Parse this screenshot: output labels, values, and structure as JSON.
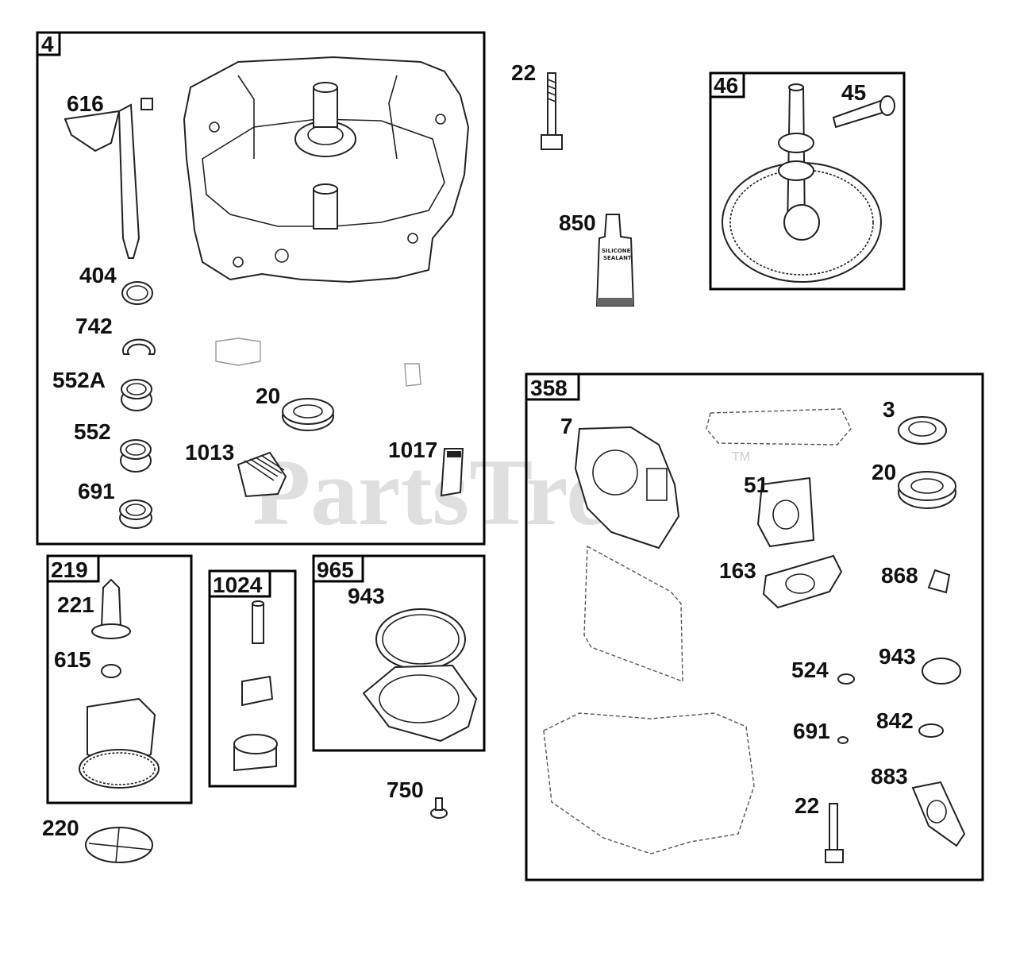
{
  "groups": {
    "g4": "4",
    "g46": "46",
    "g358": "358",
    "g219": "219",
    "g1024": "1024",
    "g965": "965"
  },
  "labels": {
    "l616": "616",
    "l404": "404",
    "l742": "742",
    "l552A": "552A",
    "l552": "552",
    "l691a": "691",
    "l20a": "20",
    "l1013": "1013",
    "l1017": "1017",
    "l22a": "22",
    "l850": "850",
    "l45": "45",
    "l7": "7",
    "l3": "3",
    "l51": "51",
    "l20b": "20",
    "l163": "163",
    "l868": "868",
    "l524": "524",
    "l943b": "943",
    "l691b": "691",
    "l842": "842",
    "l883": "883",
    "l22b": "22",
    "l221": "221",
    "l615": "615",
    "l220": "220",
    "l943a": "943",
    "l750": "750"
  },
  "tube": {
    "line1": "SILICONE",
    "line2": "SEALANT"
  },
  "watermark": {
    "text": "PartsTree",
    "tm": "TM"
  }
}
